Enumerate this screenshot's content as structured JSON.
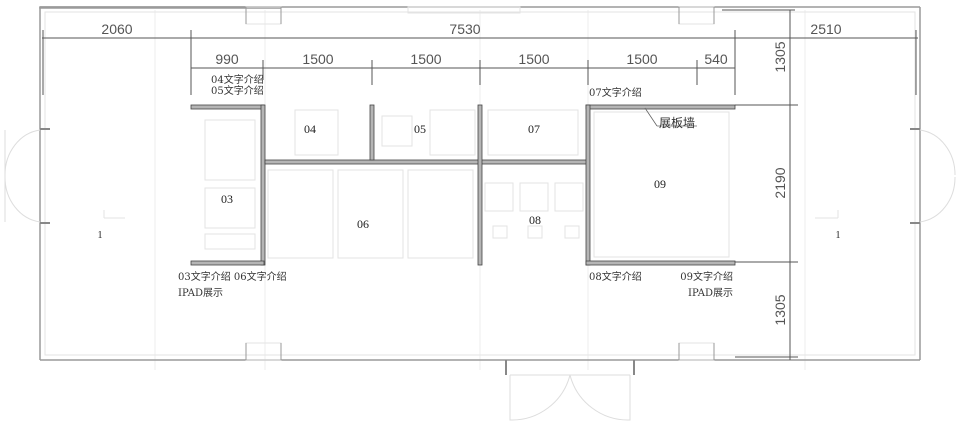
{
  "drawing": {
    "type": "exhibition floor plan",
    "wall_label": "展板墙",
    "dimensions_top_overall": [
      "2060",
      "7530",
      "2510"
    ],
    "dimensions_top_detail": [
      "990",
      "1500",
      "1500",
      "1500",
      "1500",
      "540"
    ],
    "dimensions_right": [
      "1305",
      "2190",
      "1305"
    ],
    "zones": [
      {
        "id": "03",
        "label": "03"
      },
      {
        "id": "04",
        "label": "04"
      },
      {
        "id": "05",
        "label": "05"
      },
      {
        "id": "06",
        "label": "06"
      },
      {
        "id": "07",
        "label": "07"
      },
      {
        "id": "08",
        "label": "08"
      },
      {
        "id": "09",
        "label": "09"
      }
    ],
    "entry_labels": [
      "1",
      "1"
    ],
    "annotations": {
      "top_left_1": "04文字介绍",
      "top_left_2": "05文字介绍",
      "top_right": "07文字介绍",
      "bottom_left_1": "03文字介绍 06文字介绍",
      "bottom_left_2": "IPAD展示",
      "bottom_mid": "08文字介绍",
      "bottom_right_1": "09文字介绍",
      "bottom_right_2": "IPAD展示"
    },
    "colors": {
      "wall_fill": "#b5b5b5",
      "outline": "#9a9a9a",
      "dimension_line": "#555555"
    }
  }
}
